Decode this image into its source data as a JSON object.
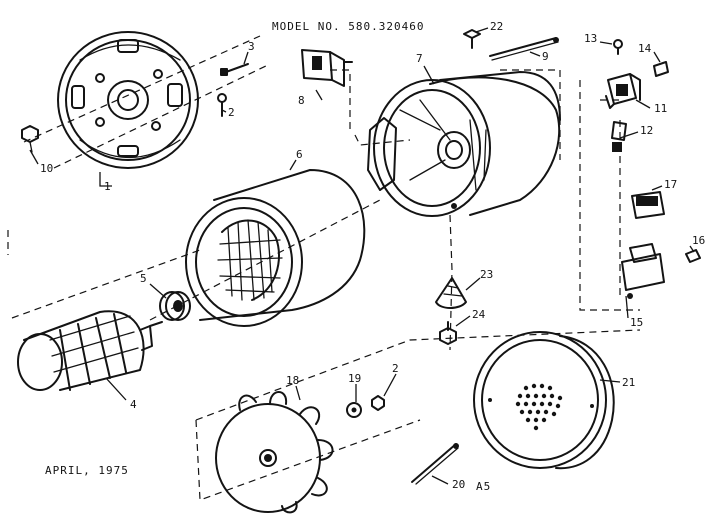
{
  "header": {
    "model_label": "MODEL NO. 580.320460"
  },
  "footer": {
    "date_label": "APRIL, 1975",
    "code_label": "A5"
  },
  "callouts": [
    {
      "id": "c1",
      "text": "1"
    },
    {
      "id": "c2",
      "text": "2"
    },
    {
      "id": "c2b",
      "text": "2"
    },
    {
      "id": "c3",
      "text": "3"
    },
    {
      "id": "c4",
      "text": "4"
    },
    {
      "id": "c5",
      "text": "5"
    },
    {
      "id": "c6",
      "text": "6"
    },
    {
      "id": "c7",
      "text": "7"
    },
    {
      "id": "c8",
      "text": "8"
    },
    {
      "id": "c9",
      "text": "9"
    },
    {
      "id": "c10",
      "text": "10"
    },
    {
      "id": "c11",
      "text": "11"
    },
    {
      "id": "c12",
      "text": "12"
    },
    {
      "id": "c13",
      "text": "13"
    },
    {
      "id": "c14",
      "text": "14"
    },
    {
      "id": "c15",
      "text": "15"
    },
    {
      "id": "c16",
      "text": "16"
    },
    {
      "id": "c17",
      "text": "17"
    },
    {
      "id": "c18",
      "text": "18"
    },
    {
      "id": "c19",
      "text": "19"
    },
    {
      "id": "c20",
      "text": "20"
    },
    {
      "id": "c21",
      "text": "21"
    },
    {
      "id": "c22",
      "text": "22"
    },
    {
      "id": "c23",
      "text": "23"
    },
    {
      "id": "c24",
      "text": "24"
    }
  ],
  "colors": {
    "ink": "#141414",
    "paper": "#ffffff"
  }
}
